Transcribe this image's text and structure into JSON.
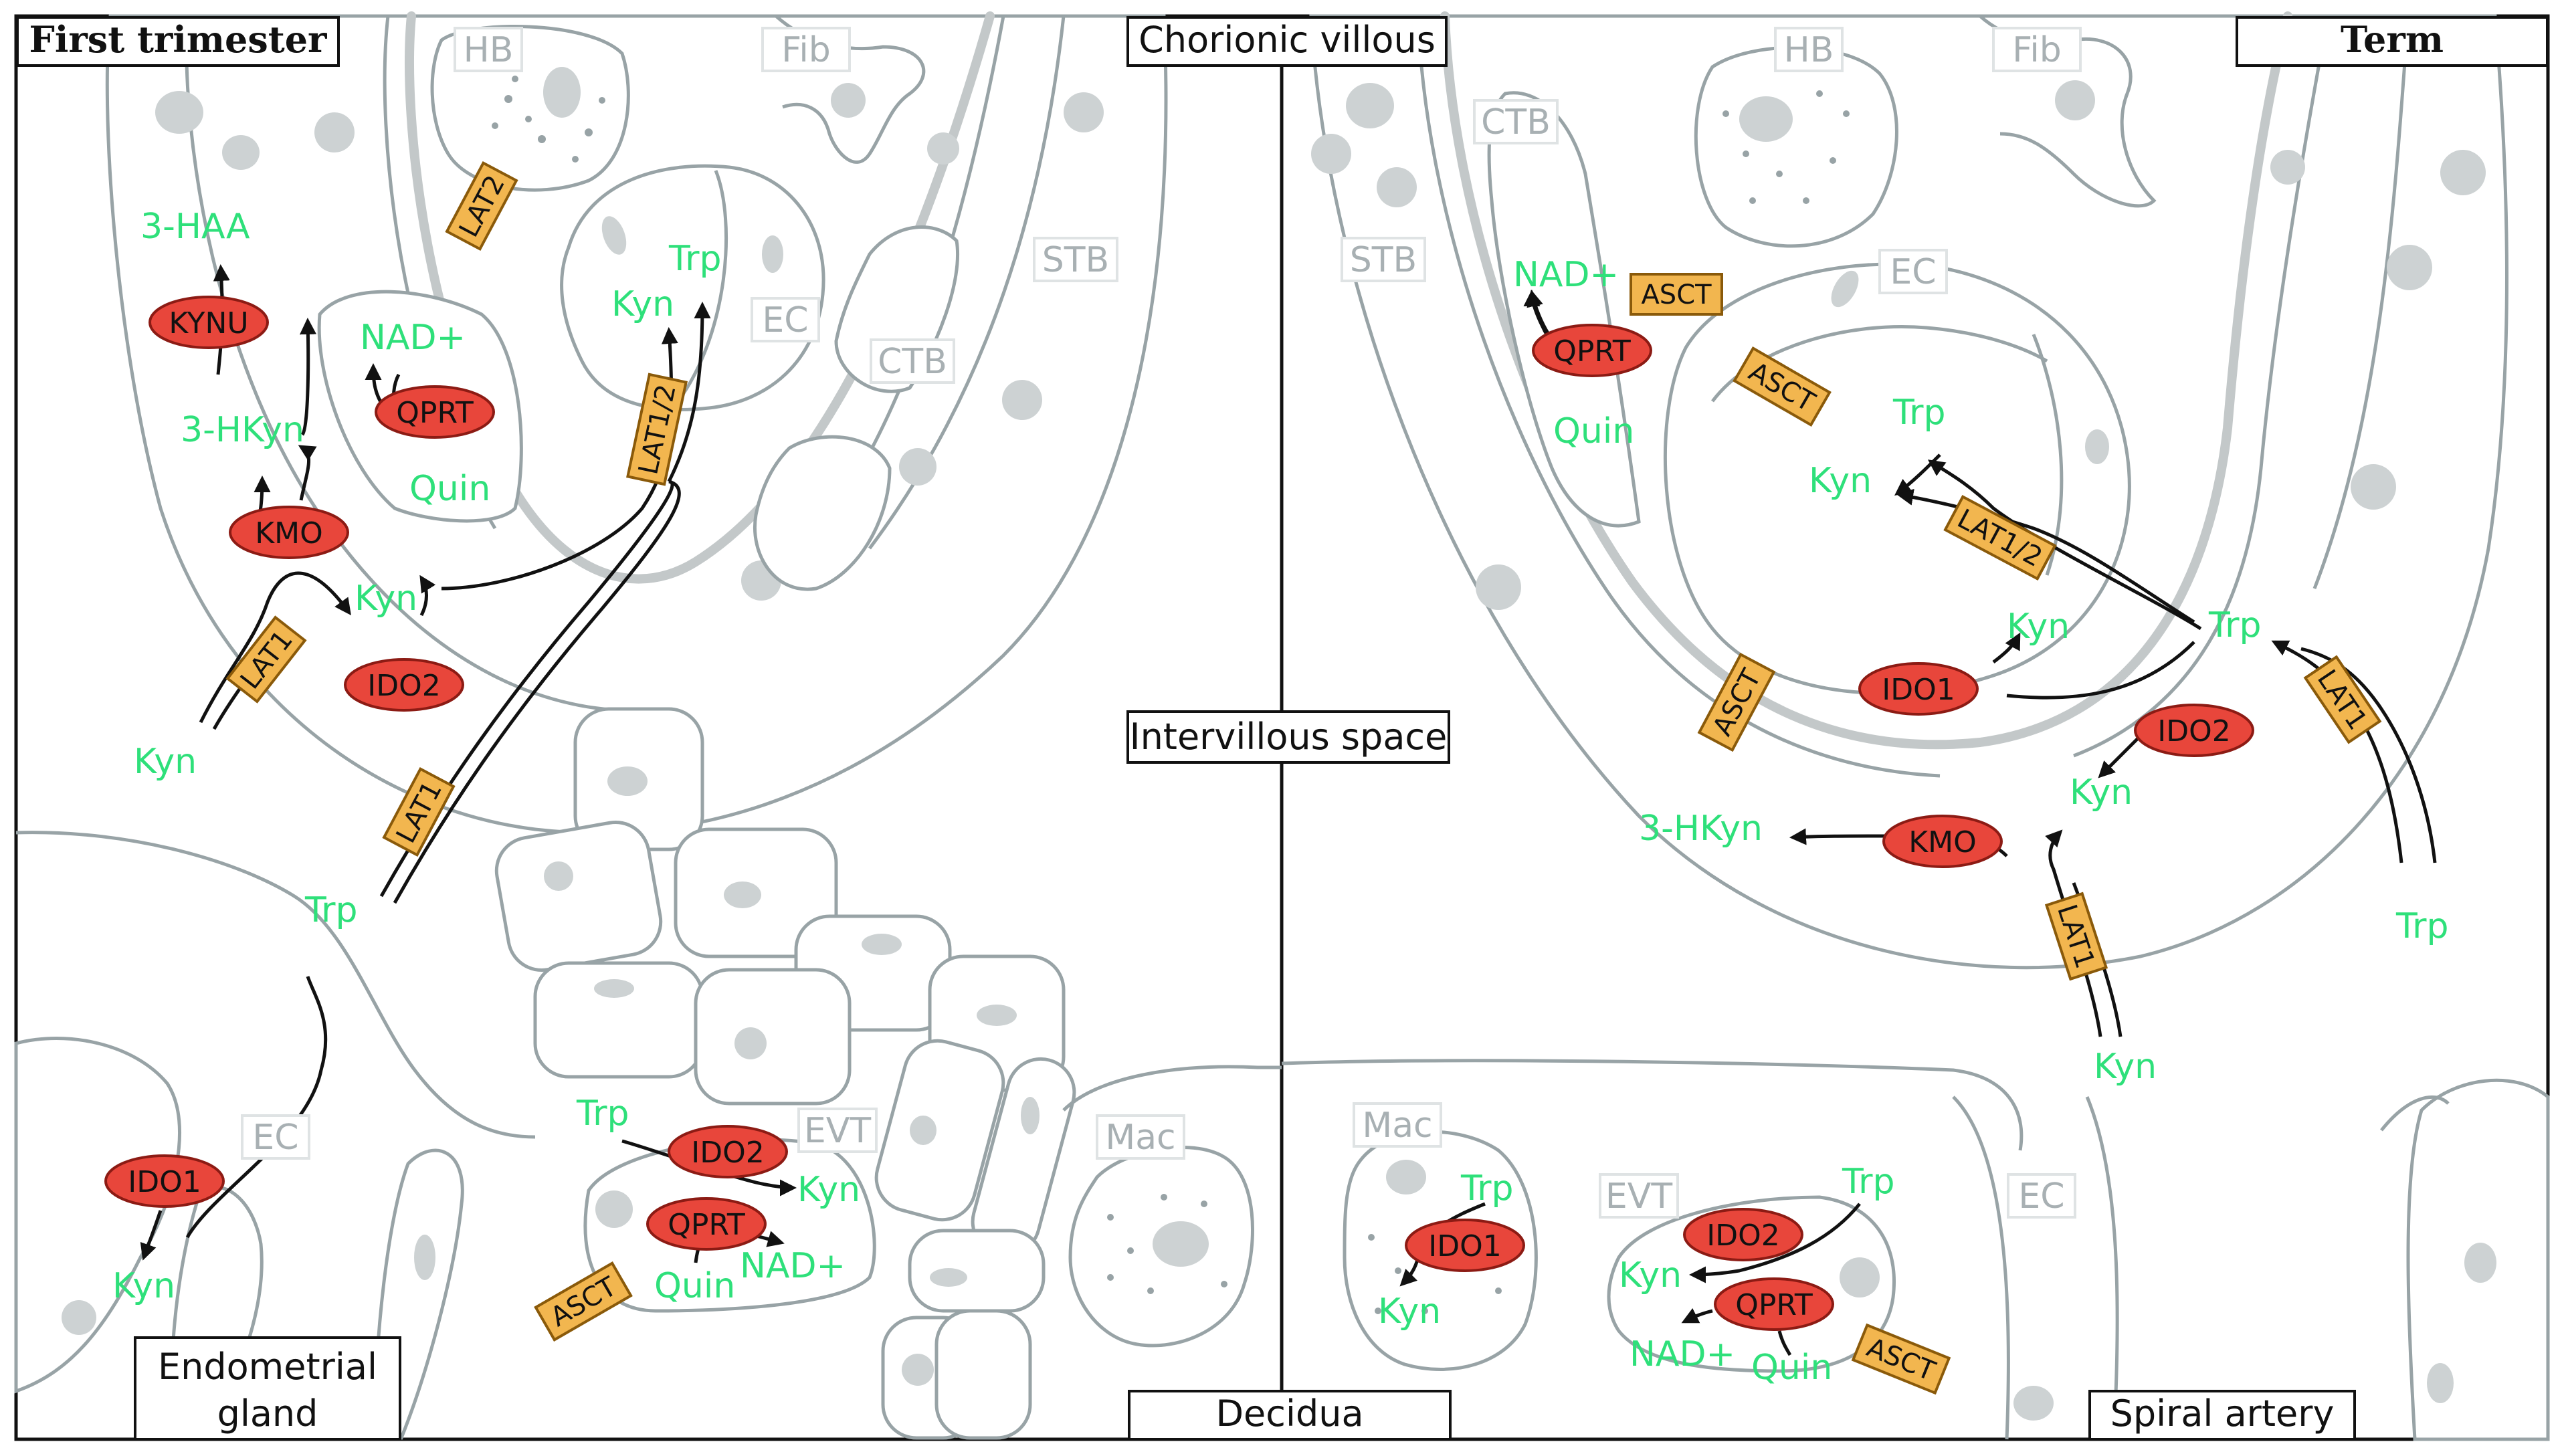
{
  "regions": {
    "first_trimester": "First trimester",
    "term": "Term",
    "chorionic_villous": "Chorionic villous",
    "intervillous_space": "Intervillous space",
    "decidua": "Decidua",
    "spiral_artery": "Spiral artery",
    "endometrial_gland_line1": "Endometrial",
    "endometrial_gland_line2": "gland"
  },
  "cell_types": {
    "hb": "HB",
    "fib": "Fib",
    "stb": "STB",
    "ctb": "CTB",
    "ec": "EC",
    "evt": "EVT",
    "mac": "Mac"
  },
  "metabolites": {
    "trp": "Trp",
    "kyn": "Kyn",
    "three_haa": "3-HAA",
    "three_hkyn": "3-HKyn",
    "nad": "NAD+",
    "quin": "Quin"
  },
  "enzymes": {
    "kynu": "KYNU",
    "kmo": "KMO",
    "qprt": "QPRT",
    "ido1": "IDO1",
    "ido2": "IDO2"
  },
  "transporters": {
    "lat1": "LAT1",
    "lat2": "LAT2",
    "lat12": "LAT1/2",
    "asct": "ASCT"
  },
  "colors": {
    "metabolite": "#2ee07a",
    "enzyme": "#e8463b",
    "transporter": "#f2b64f",
    "cell_outline": "#98a3a6",
    "cell_type_label": "#a8b0b3"
  }
}
